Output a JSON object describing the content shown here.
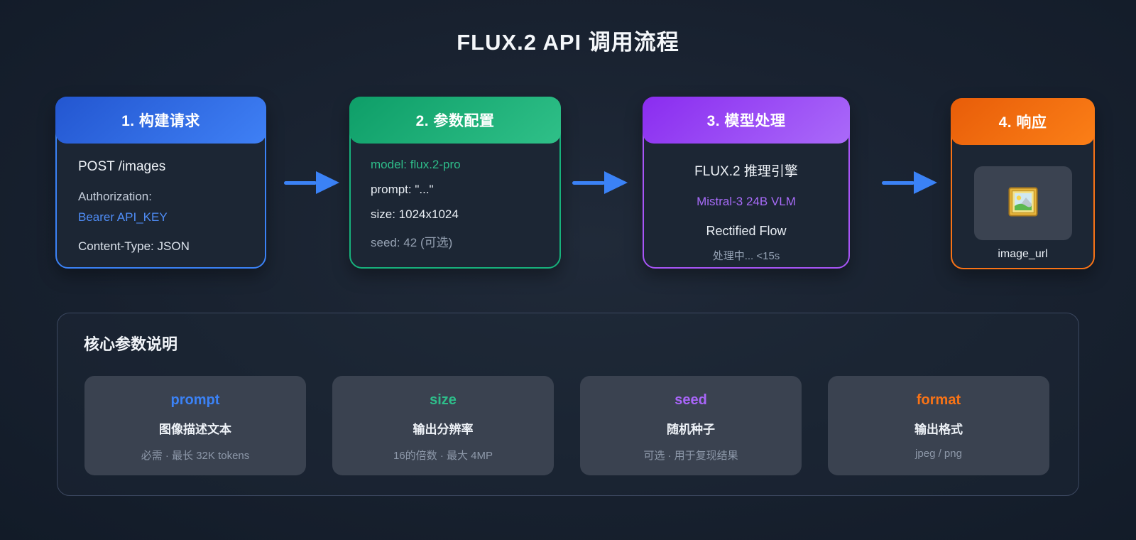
{
  "title": "FLUX.2 API 调用流程",
  "flow": {
    "arrow_color": "#3b82f6",
    "steps": [
      {
        "header": "1. 构建请求",
        "accent": "#3b82f6",
        "lines": {
          "method": "POST /images",
          "auth_label": "Authorization:",
          "auth_value": "Bearer API_KEY",
          "content_type": "Content-Type: JSON"
        }
      },
      {
        "header": "2. 参数配置",
        "accent": "#17b27c",
        "lines": {
          "model": "model: flux.2-pro",
          "prompt": "prompt: \"...\"",
          "size": "size: 1024x1024",
          "seed": "seed: 42 (可选)"
        }
      },
      {
        "header": "3. 模型处理",
        "accent": "#a855f7",
        "lines": {
          "engine": "FLUX.2 推理引擎",
          "vlm": "Mistral-3 24B VLM",
          "flow": "Rectified Flow",
          "status": "处理中... <15s"
        }
      },
      {
        "header": "4. 响应",
        "accent": "#f97316",
        "icon": "framed-picture",
        "caption": "image_url"
      }
    ]
  },
  "panel": {
    "title": "核心参数说明",
    "params": [
      {
        "name": "prompt",
        "color": "#3b82f6",
        "desc": "图像描述文本",
        "note": "必需 · 最长 32K tokens"
      },
      {
        "name": "size",
        "color": "#2ebd8a",
        "desc": "输出分辨率",
        "note": "16的倍数 · 最大 4MP"
      },
      {
        "name": "seed",
        "color": "#a865f8",
        "desc": "随机种子",
        "note": "可选 · 用于复现结果"
      },
      {
        "name": "format",
        "color": "#f97316",
        "desc": "输出格式",
        "note": "jpeg / png"
      }
    ]
  }
}
